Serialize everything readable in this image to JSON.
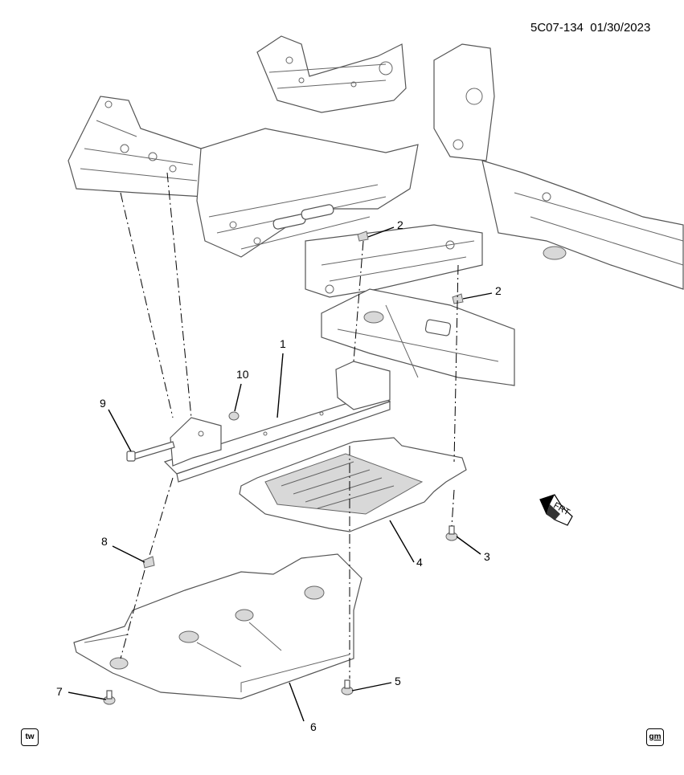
{
  "reference": {
    "code": "5C07-134",
    "date": "01/30/2023"
  },
  "callouts": [
    {
      "id": "1",
      "label": "1"
    },
    {
      "id": "2a",
      "label": "2"
    },
    {
      "id": "2b",
      "label": "2"
    },
    {
      "id": "3",
      "label": "3"
    },
    {
      "id": "4",
      "label": "4"
    },
    {
      "id": "5",
      "label": "5"
    },
    {
      "id": "6",
      "label": "6"
    },
    {
      "id": "7",
      "label": "7"
    },
    {
      "id": "8",
      "label": "8"
    },
    {
      "id": "9",
      "label": "9"
    },
    {
      "id": "10",
      "label": "10"
    }
  ],
  "front_indicator": {
    "label": "FRT",
    "icon": "front-arrow-icon"
  },
  "corner_badges": {
    "left": "tw",
    "right": "gm"
  }
}
